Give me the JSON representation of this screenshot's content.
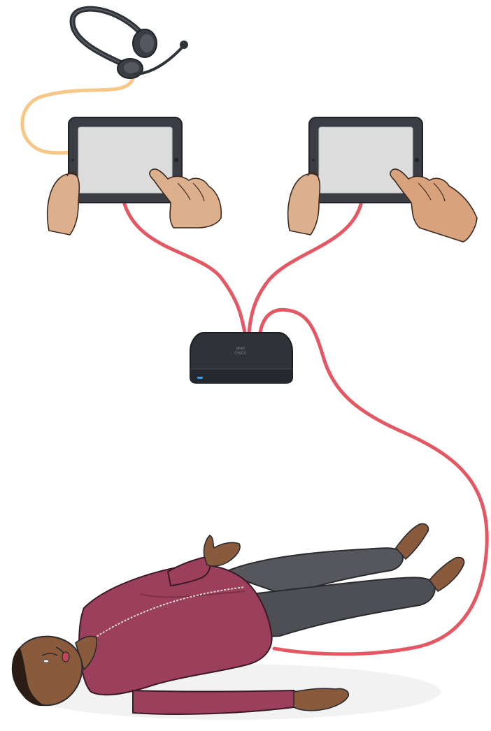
{
  "diagram": {
    "components": {
      "headset": "headset-icon",
      "tablet_left": "tablet-icon",
      "tablet_right": "tablet-icon",
      "hub": "link-box-icon",
      "manikin": "patient-manikin"
    },
    "hub_logo": {
      "mark": "ahah",
      "wordmark": "CISCO"
    },
    "colors": {
      "cable_network": "#e45864",
      "cable_audio": "#f6c787",
      "tablet_body": "#3a3e44",
      "tablet_screen": "#dcdcdc",
      "hub_body": "#2f3338",
      "hub_led": "#3aa0e8",
      "hoodie": "#9c3f5c",
      "pants": "#55575c",
      "skin": "#d7a37a",
      "patient_skin": "#8a5a3c"
    }
  }
}
